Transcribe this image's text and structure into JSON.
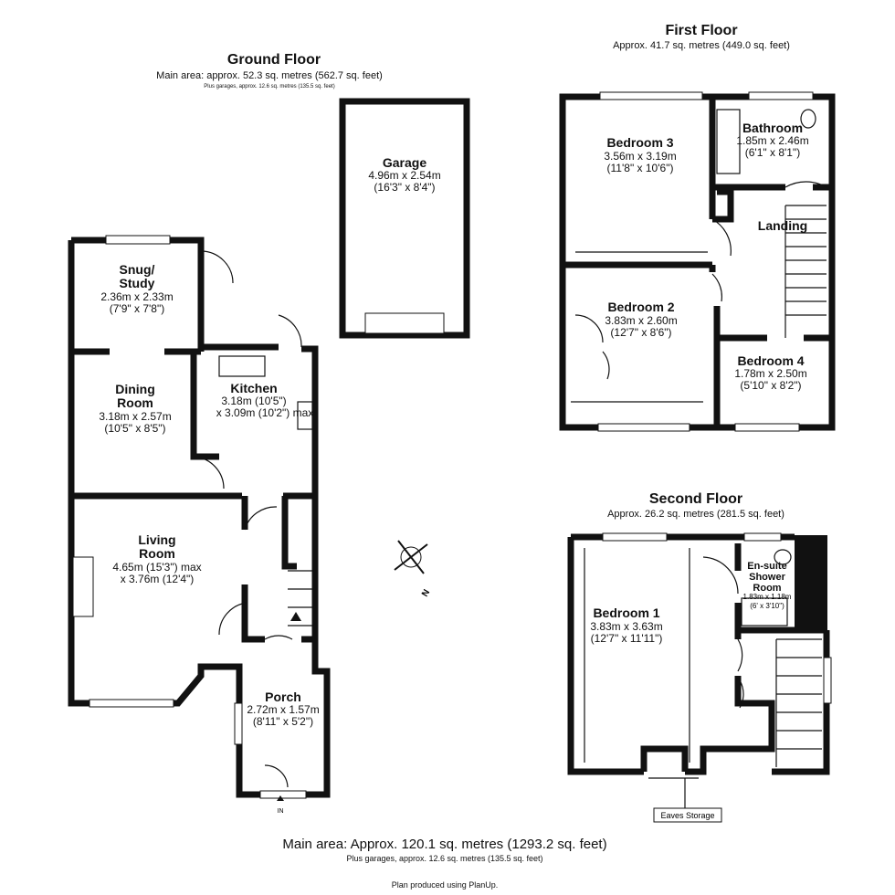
{
  "ground_floor": {
    "title": "Ground Floor",
    "main_area": "Main area: approx. 52.3 sq. metres (562.7 sq. feet)",
    "garages": "Plus garages, approx. 12.6 sq. metres (135.5 sq. feet)",
    "rooms": [
      {
        "name": "Garage",
        "dims": [
          "4.96m x 2.54m",
          "(16'3\" x 8'4\")"
        ]
      },
      {
        "name": "Snug/\nStudy",
        "lines": [
          "Snug/",
          "Study"
        ],
        "dims": [
          "2.36m x 2.33m",
          "(7'9\" x 7'8\")"
        ]
      },
      {
        "name": "Dining Room",
        "lines": [
          "Dining",
          "Room"
        ],
        "dims": [
          "3.18m x 2.57m",
          "(10'5\" x 8'5\")"
        ]
      },
      {
        "name": "Kitchen",
        "dims": [
          "3.18m (10'5\")",
          "x 3.09m (10'2\") max"
        ]
      },
      {
        "name": "Living Room",
        "lines": [
          "Living",
          "Room"
        ],
        "dims": [
          "4.65m (15'3\") max",
          "x 3.76m (12'4\")"
        ]
      },
      {
        "name": "Porch",
        "dims": [
          "2.72m x 1.57m",
          "(8'11\" x 5'2\")"
        ]
      }
    ],
    "entrance": "IN",
    "compass": "N"
  },
  "first_floor": {
    "title": "First Floor",
    "area": "Approx. 41.7 sq. metres (449.0 sq. feet)",
    "rooms": [
      {
        "name": "Bedroom 3",
        "dims": [
          "3.56m x 3.19m",
          "(11'8\" x 10'6\")"
        ]
      },
      {
        "name": "Bathroom",
        "dims": [
          "1.85m x 2.46m",
          "(6'1\" x 8'1\")"
        ]
      },
      {
        "name": "Landing"
      },
      {
        "name": "Bedroom 2",
        "dims": [
          "3.83m x 2.60m",
          "(12'7\" x 8'6\")"
        ]
      },
      {
        "name": "Bedroom 4",
        "dims": [
          "1.78m x 2.50m",
          "(5'10\" x 8'2\")"
        ]
      }
    ]
  },
  "second_floor": {
    "title": "Second Floor",
    "area": "Approx. 26.2 sq. metres (281.5 sq. feet)",
    "rooms": [
      {
        "name": "Bedroom 1",
        "dims": [
          "3.83m x 3.63m",
          "(12'7\" x 11'11\")"
        ]
      },
      {
        "name": "En-suite Shower Room",
        "lines": [
          "En-suite",
          "Shower",
          "Room"
        ],
        "dims": [
          "1.83m x 1.18m",
          "(6' x 3'10\")"
        ]
      }
    ],
    "eaves": "Eaves Storage"
  },
  "footer": {
    "main_area": "Main area: Approx. 120.1 sq. metres (1293.2 sq. feet)",
    "garages": "Plus garages, approx. 12.6 sq. metres (135.5 sq. feet)",
    "credit": "Plan produced using PlanUp."
  }
}
